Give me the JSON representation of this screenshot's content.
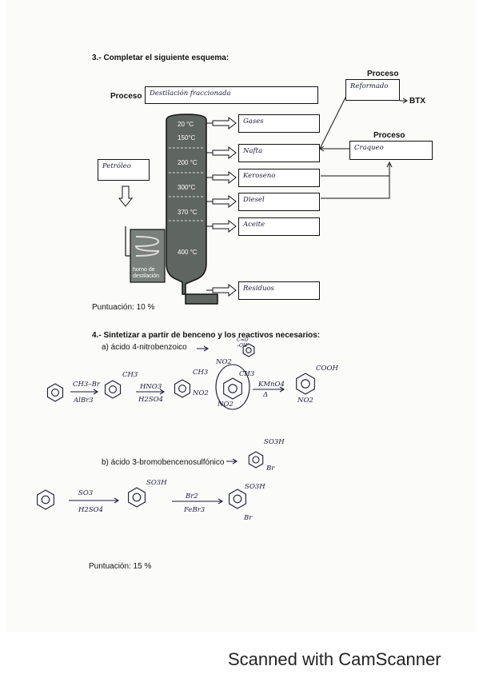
{
  "q3": {
    "title": "3.- Completar el siguiente esquema:",
    "proceso_label": "Proceso",
    "proceso_answer": "Destilación fraccionada",
    "proceso_top_label": "Proceso",
    "proceso_top_answer": "Reformado",
    "btx": "BTX",
    "proceso_right_label": "Proceso",
    "proceso_right_answer": "Craqueo",
    "feed": "Petróleo",
    "horno": "horno de destilación",
    "temps": [
      "20 °C",
      "150°C",
      "200 °C",
      "300°C",
      "370 °C",
      "400 °C"
    ],
    "fractions": [
      "Gases",
      "Nafta",
      "Keroseno",
      "Diesel",
      "Aceite",
      "Residuos"
    ],
    "score": "Puntuación: 10 %"
  },
  "q4": {
    "title": "4.- Sintetizar a partir de benceno y los reactivos necesarios:",
    "a_label": "a) ácido 4-nitrobenzoico",
    "a_target_sub": "C=O\n–OH",
    "a_target_no2": "NO2",
    "a_steps": [
      {
        "above": "CH3–Br",
        "below": "AlBr3"
      },
      {
        "above": "HNO3",
        "below": "H2SO4"
      },
      {
        "above": "KMnO4",
        "below": "Δ"
      }
    ],
    "a_subs": [
      "CH3",
      "CH3",
      "NO2",
      "CH3",
      "NO2",
      "COOH",
      "NO2",
      "NO2"
    ],
    "b_label": "b) ácido 3-bromobencenosulfónico",
    "b_target_top": "SO3H",
    "b_target_br": "Br",
    "b_steps": [
      {
        "above": "SO3",
        "below": "H2SO4"
      },
      {
        "above": "Br2",
        "below": "FeBr3"
      }
    ],
    "b_subs": [
      "SO3H",
      "SO3H",
      "Br"
    ],
    "score": "Puntuación: 15 %"
  },
  "footer": "Scanned with CamScanner"
}
